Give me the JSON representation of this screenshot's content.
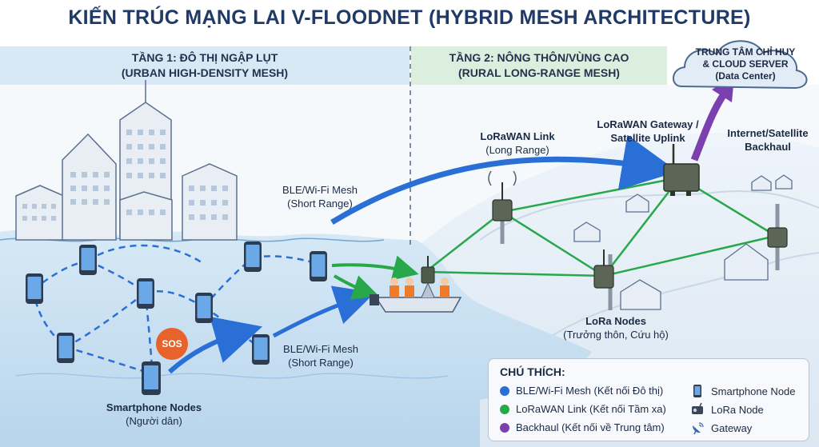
{
  "title": "KIẾN TRÚC MẠNG LAI V-FLOODNET (HYBRID MESH ARCHITECTURE)",
  "tier1": {
    "line1": "TẦNG 1: ĐÔ THỊ NGẬP LỤT",
    "line2": "(URBAN HIGH-DENSITY MESH)"
  },
  "tier2": {
    "line1": "TẦNG 2: NÔNG THÔN/VÙNG CAO",
    "line2": "(RURAL LONG-RANGE MESH)"
  },
  "cloud": {
    "line1": "TRUNG TÂM CHỈ HUY",
    "line2": "& CLOUD SERVER",
    "line3": "(Data Center)"
  },
  "labels": {
    "ble_top": {
      "line1": "BLE/Wi-Fi Mesh",
      "line2": "(Short Range)"
    },
    "ble_bottom": {
      "line1": "BLE/Wi-Fi Mesh",
      "line2": "(Short Range)"
    },
    "lorawan_link": {
      "line1": "LoRaWAN Link",
      "line2": "(Long Range)"
    },
    "gateway": {
      "line1": "LoRaWAN Gateway /",
      "line2": "Satellite Uplink"
    },
    "backhaul": {
      "line1": "Internet/Satellite",
      "line2": "Backhaul"
    },
    "lora_nodes": {
      "line1": "LoRa Nodes",
      "line2": "(Trưởng thôn, Cứu hộ)"
    },
    "smartphone_nodes": {
      "line1": "Smartphone Nodes",
      "line2": "(Người dân)"
    },
    "sos": "SOS"
  },
  "legend": {
    "title": "CHÚ THÍCH:",
    "lines": [
      {
        "label": "BLE/Wi-Fi Mesh (Kết nối Đô thị)",
        "color": "#2a6fd6"
      },
      {
        "label": "LoRaWAN Link (Kết nối Tầm xa)",
        "color": "#27a84a"
      },
      {
        "label": "Backhaul (Kết nối về Trung tâm)",
        "color": "#7b3fb0"
      }
    ],
    "icons": [
      {
        "label": "Smartphone Node",
        "icon": "smartphone-icon"
      },
      {
        "label": "LoRa Node",
        "icon": "lora-radio-icon"
      },
      {
        "label": "Gateway",
        "icon": "satellite-dish-icon"
      }
    ]
  },
  "colors": {
    "ble": "#2a6fd6",
    "lora": "#27a84a",
    "backhaul": "#7b3fb0",
    "sos": "#e8622c",
    "water": "#cfe3f3"
  }
}
